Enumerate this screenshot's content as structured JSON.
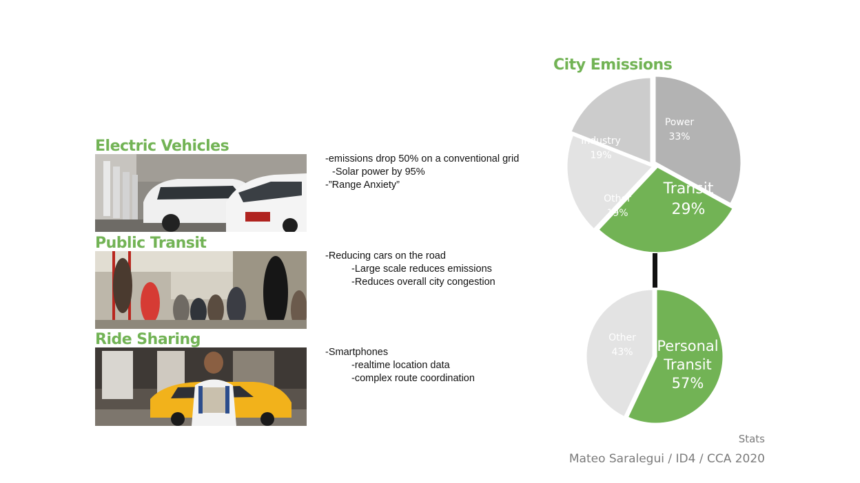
{
  "sections": [
    {
      "title": "Electric Vehicles",
      "lines": [
        "-emissions drop 50% on a conventional grid",
        "-Solar power by 95%",
        "-”Range Anxiety”"
      ]
    },
    {
      "title": "Public Transit",
      "lines": [
        "-Reducing cars on the road",
        "-Large scale reduces emissions",
        "-Reduces overall city congestion"
      ]
    },
    {
      "title": "Ride Sharing",
      "lines": [
        "-Smartphones",
        "-realtime location data",
        "-complex route coordination"
      ]
    }
  ],
  "footer": {
    "label": "Stats",
    "credit": "Mateo Saralegui / ID4 / CCA 2020"
  },
  "chart_data": [
    {
      "type": "pie",
      "title": "City Emissions",
      "slices": [
        {
          "label": "Power",
          "value": 33,
          "value_label": "33%",
          "color": "#b3b3b3"
        },
        {
          "label": "Transit",
          "value": 29,
          "value_label": "29%",
          "color": "#72b355"
        },
        {
          "label": "Other",
          "value": 19,
          "value_label": "19%",
          "color": "#e3e3e3"
        },
        {
          "label": "Industry",
          "value": 19,
          "value_label": "19%",
          "color": "#cccccc"
        }
      ]
    },
    {
      "type": "pie",
      "title": "",
      "slices": [
        {
          "label": "Personal Transit",
          "value": 57,
          "value_label": "57%",
          "color": "#72b355"
        },
        {
          "label": "Other",
          "value": 43,
          "value_label": "43%",
          "color": "#e3e3e3"
        }
      ]
    }
  ]
}
